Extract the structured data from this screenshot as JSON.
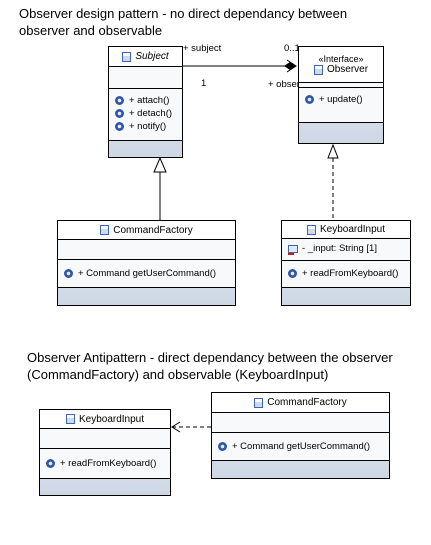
{
  "captions": {
    "top": [
      "Observer design pattern -  no direct dependancy between",
      "observer and observable"
    ],
    "bottom": [
      "Observer Antipattern - direct dependancy between the observer",
      "(CommandFactory) and observable (KeyboardInput)"
    ]
  },
  "classes": {
    "subject": {
      "name": "Subject",
      "methods": [
        "+ attach()",
        "+ detach()",
        "+ notify()"
      ]
    },
    "observer": {
      "stereotype": "«Interface»",
      "name": "Observer",
      "methods": [
        "+ update()"
      ]
    },
    "command_factory": {
      "name": "CommandFactory",
      "methods": [
        "+ Command getUserCommand()"
      ]
    },
    "keyboard_input": {
      "name": "KeyboardInput",
      "fields": [
        "- _input: String [1]"
      ],
      "methods": [
        "+ readFromKeyboard()"
      ]
    },
    "anti_keyboard_input": {
      "name": "KeyboardInput",
      "methods": [
        "+ readFromKeyboard()"
      ]
    },
    "anti_command_factory": {
      "name": "CommandFactory",
      "methods": [
        "+ Command getUserCommand()"
      ]
    }
  },
  "association": {
    "subject_role": "+ subject",
    "subject_multiplicity": "1",
    "observer_multiplicity": "0..1",
    "observer_role": "+ observer"
  }
}
